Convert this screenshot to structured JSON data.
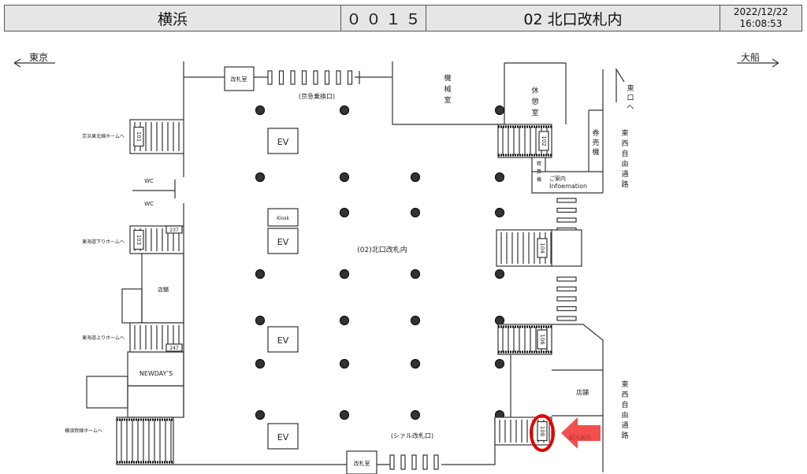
{
  "header": {
    "station": "横浜",
    "code": "０ ０ １ ５",
    "area": "02 北口改札内",
    "date": "2022/12/22",
    "time": "16:08:53"
  },
  "directions": {
    "left": "東京",
    "right": "大船",
    "east_exit": [
      "東",
      "口",
      "へ"
    ]
  },
  "rooms": {
    "ticket_office_top": "改札室",
    "ticket_office_bottom": "改札室",
    "machine_room": [
      "機",
      "械",
      "室"
    ],
    "rest_room": [
      "休",
      "憩",
      "室"
    ],
    "ticket_machine": [
      "券",
      "売",
      "機"
    ],
    "fare_adjust": [
      "精",
      "算",
      "機"
    ],
    "info_jp": "ご案内",
    "info_en": "Infoemation",
    "shop_left": "店舗",
    "shop_right": "店舗",
    "newdays": "NEWDAY’S",
    "kiosk": "Kiosk",
    "wc1": "WC",
    "wc2": "WC",
    "tourist_info": "観光案内"
  },
  "corridor_top": [
    "東",
    "西",
    "自",
    "由",
    "通",
    "路"
  ],
  "corridor_bottom": [
    "東",
    "西",
    "自",
    "由",
    "通",
    "路"
  ],
  "gates": {
    "keikyu": "(京急乗換口)",
    "main": "(02)北口改札内",
    "cial": "(シァル改札口)"
  },
  "platforms": {
    "keihin": "京浜東北線ホームへ",
    "tokaido_down": "東海道下りホームへ",
    "tokaido_up": "東海道上りホームへ",
    "yokosuka": "横須賀線ホームへ"
  },
  "elevators": [
    "EV",
    "EV",
    "EV",
    "EV"
  ],
  "escalators": {
    "e101": "101",
    "e102": "102",
    "e103": "103",
    "e104": "104",
    "e106": "106",
    "e108": "108",
    "n237": "237",
    "n247": "247"
  },
  "highlight": {
    "target": "108",
    "color": "#e00000"
  }
}
